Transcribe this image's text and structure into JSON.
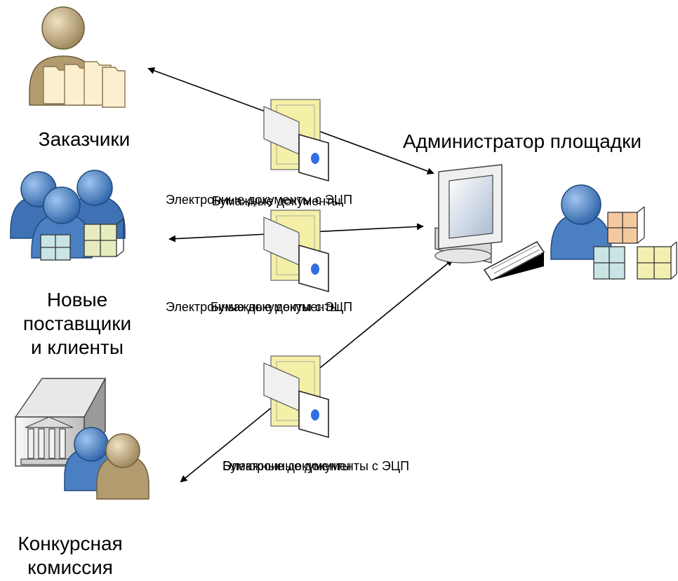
{
  "actors": {
    "customers": {
      "label": "Заказчики"
    },
    "new_suppliers": {
      "label_lines": [
        "Новые",
        "поставщики",
        "и клиенты"
      ]
    },
    "commission": {
      "label_lines": [
        "Конкурсная",
        "комиссия"
      ]
    },
    "admin": {
      "label": "Администратор площадки"
    }
  },
  "flows": [
    {
      "from": "admin",
      "to": "customers",
      "caption_a": "Электронные документы с ЭЦП",
      "caption_b": "Бумажные документы"
    },
    {
      "from": "admin",
      "to": "new_suppliers",
      "caption_a": "Электронные документы с ЭЦП",
      "caption_b": "Бумажные документы"
    },
    {
      "from": "admin",
      "to": "commission",
      "caption_a": "Электронные документы с ЭЦП",
      "caption_b": "Бумажные документы"
    }
  ],
  "icons": {
    "person_tan": "person-tan-icon",
    "person_blue": "person-blue-icon",
    "folder": "folder-icon",
    "box": "box-icon",
    "computer": "computer-icon",
    "keyboard": "keyboard-icon",
    "building": "building-icon",
    "document_signed": "signed-document-icon"
  },
  "colors": {
    "person_blue": "#4a7fc1",
    "person_tan": "#b8a27a",
    "doc_yellow": "#f5f0a8",
    "box_green": "#d6e8c0",
    "box_orange": "#f5c9a0",
    "box_teal": "#c9e4e4"
  }
}
